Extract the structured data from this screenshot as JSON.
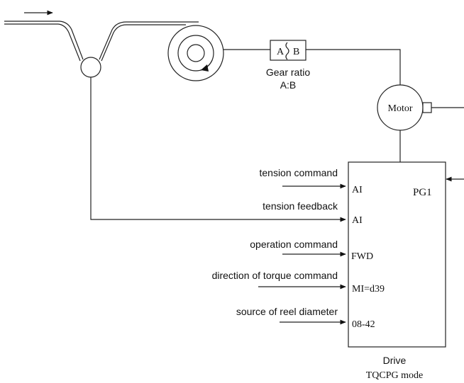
{
  "gear_box": {
    "left_label": "A",
    "right_label": "B"
  },
  "gear_ratio": {
    "title": "Gear ratio",
    "value": "A:B"
  },
  "motor": {
    "label": "Motor"
  },
  "drive": {
    "pg_label": "PG1",
    "title": "Drive",
    "mode": "TQCPG mode",
    "terminals": [
      {
        "signal": "tension command",
        "terminal": "AI"
      },
      {
        "signal": "tension feedback",
        "terminal": "AI"
      },
      {
        "signal": "operation command",
        "terminal": "FWD"
      },
      {
        "signal": "direction of torque command",
        "terminal": "MI=d39"
      },
      {
        "signal": "source of reel diameter",
        "terminal": "08-42"
      }
    ]
  }
}
